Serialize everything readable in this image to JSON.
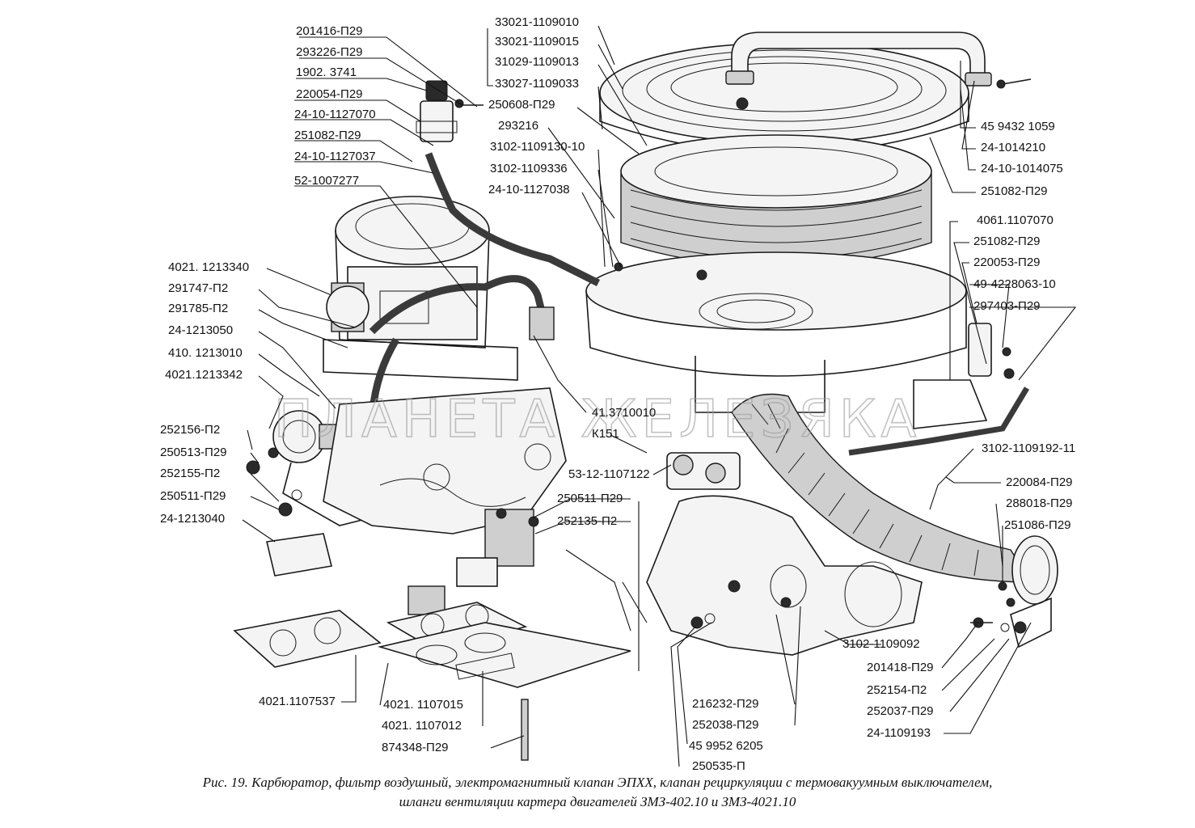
{
  "watermark": "ПЛАНЕТА ЖЕЛЕЗЯКА",
  "caption": {
    "line1": "Рис. 19. Карбюратор, фильтр воздушный, электромагнитный клапан ЭПХХ, клапан рециркуляции с термовакуумным выключателем,",
    "line2": "шланги вентиляции картера двигателей ЗМЗ-402.10 и ЗМЗ-4021.10"
  },
  "labels": {
    "l201416": "201416-П29",
    "l293226": "293226-П29",
    "l1902": "1902. 3741",
    "l220054": "220054-П29",
    "l24_1127070": "24-10-1127070",
    "l251082_a": "251082-П29",
    "l24_1127037": "24-10-1127037",
    "l52_1007277": "52-1007277",
    "l33021_1109010": "33021-1109010",
    "l33021_1109015": "33021-1109015",
    "l31029_1109013": "31029-1109013",
    "l33027_1109033": "33027-1109033",
    "l250608": "250608-П29",
    "l293216": "293216",
    "l3102_110913010": "3102-1109130-10",
    "l3102_1109336": "3102-1109336",
    "l24_1127038": "24-10-1127038",
    "l459432": "45 9432 1059",
    "l24_1014210": "24-1014210",
    "l24_1014075": "24-10-1014075",
    "l251082_b": "251082-П29",
    "l4061": "4061.1107070",
    "l251082_c": "251082-П29",
    "l220053": "220053-П29",
    "l49_4228063": "49-4228063-10",
    "l297403": "297403-П29",
    "l4021_1213340": "4021. 1213340",
    "l291747": "291747-П2",
    "l291785": "291785-П2",
    "l24_1213050": "24-1213050",
    "l410_1213010": "410. 1213010",
    "l4021_1213342": "4021.1213342",
    "l41_371": "41.3710010",
    "lk151": "К151",
    "l252156": "252156-П2",
    "l250513": "250513-П29",
    "l252155": "252155-П2",
    "l250511_a": "250511-П29",
    "l24_1213040": "24-1213040",
    "l53_12": "53-12-1107122",
    "l250511_b": "250511-П29",
    "l252135": "252135-П2",
    "l3102_1109192": "3102-1109192-11",
    "l220084": "220084-П29",
    "l288018": "288018-П29",
    "l251086": "251086-П29",
    "l3102_1109092": "3102-1109092",
    "l201418": "201418-П29",
    "l252154": "252154-П2",
    "l252037": "252037-П29",
    "l24_1109193": "24-1109193",
    "l4021_1107537": "4021.1107537",
    "l4021_1107015": "4021. 1107015",
    "l4021_1107012": "4021. 1107012",
    "l874348": "874348-П29",
    "l216232": "216232-П29",
    "l252038": "252038-П29",
    "l459952": "45 9952 6205",
    "l250535": "250535-П"
  }
}
